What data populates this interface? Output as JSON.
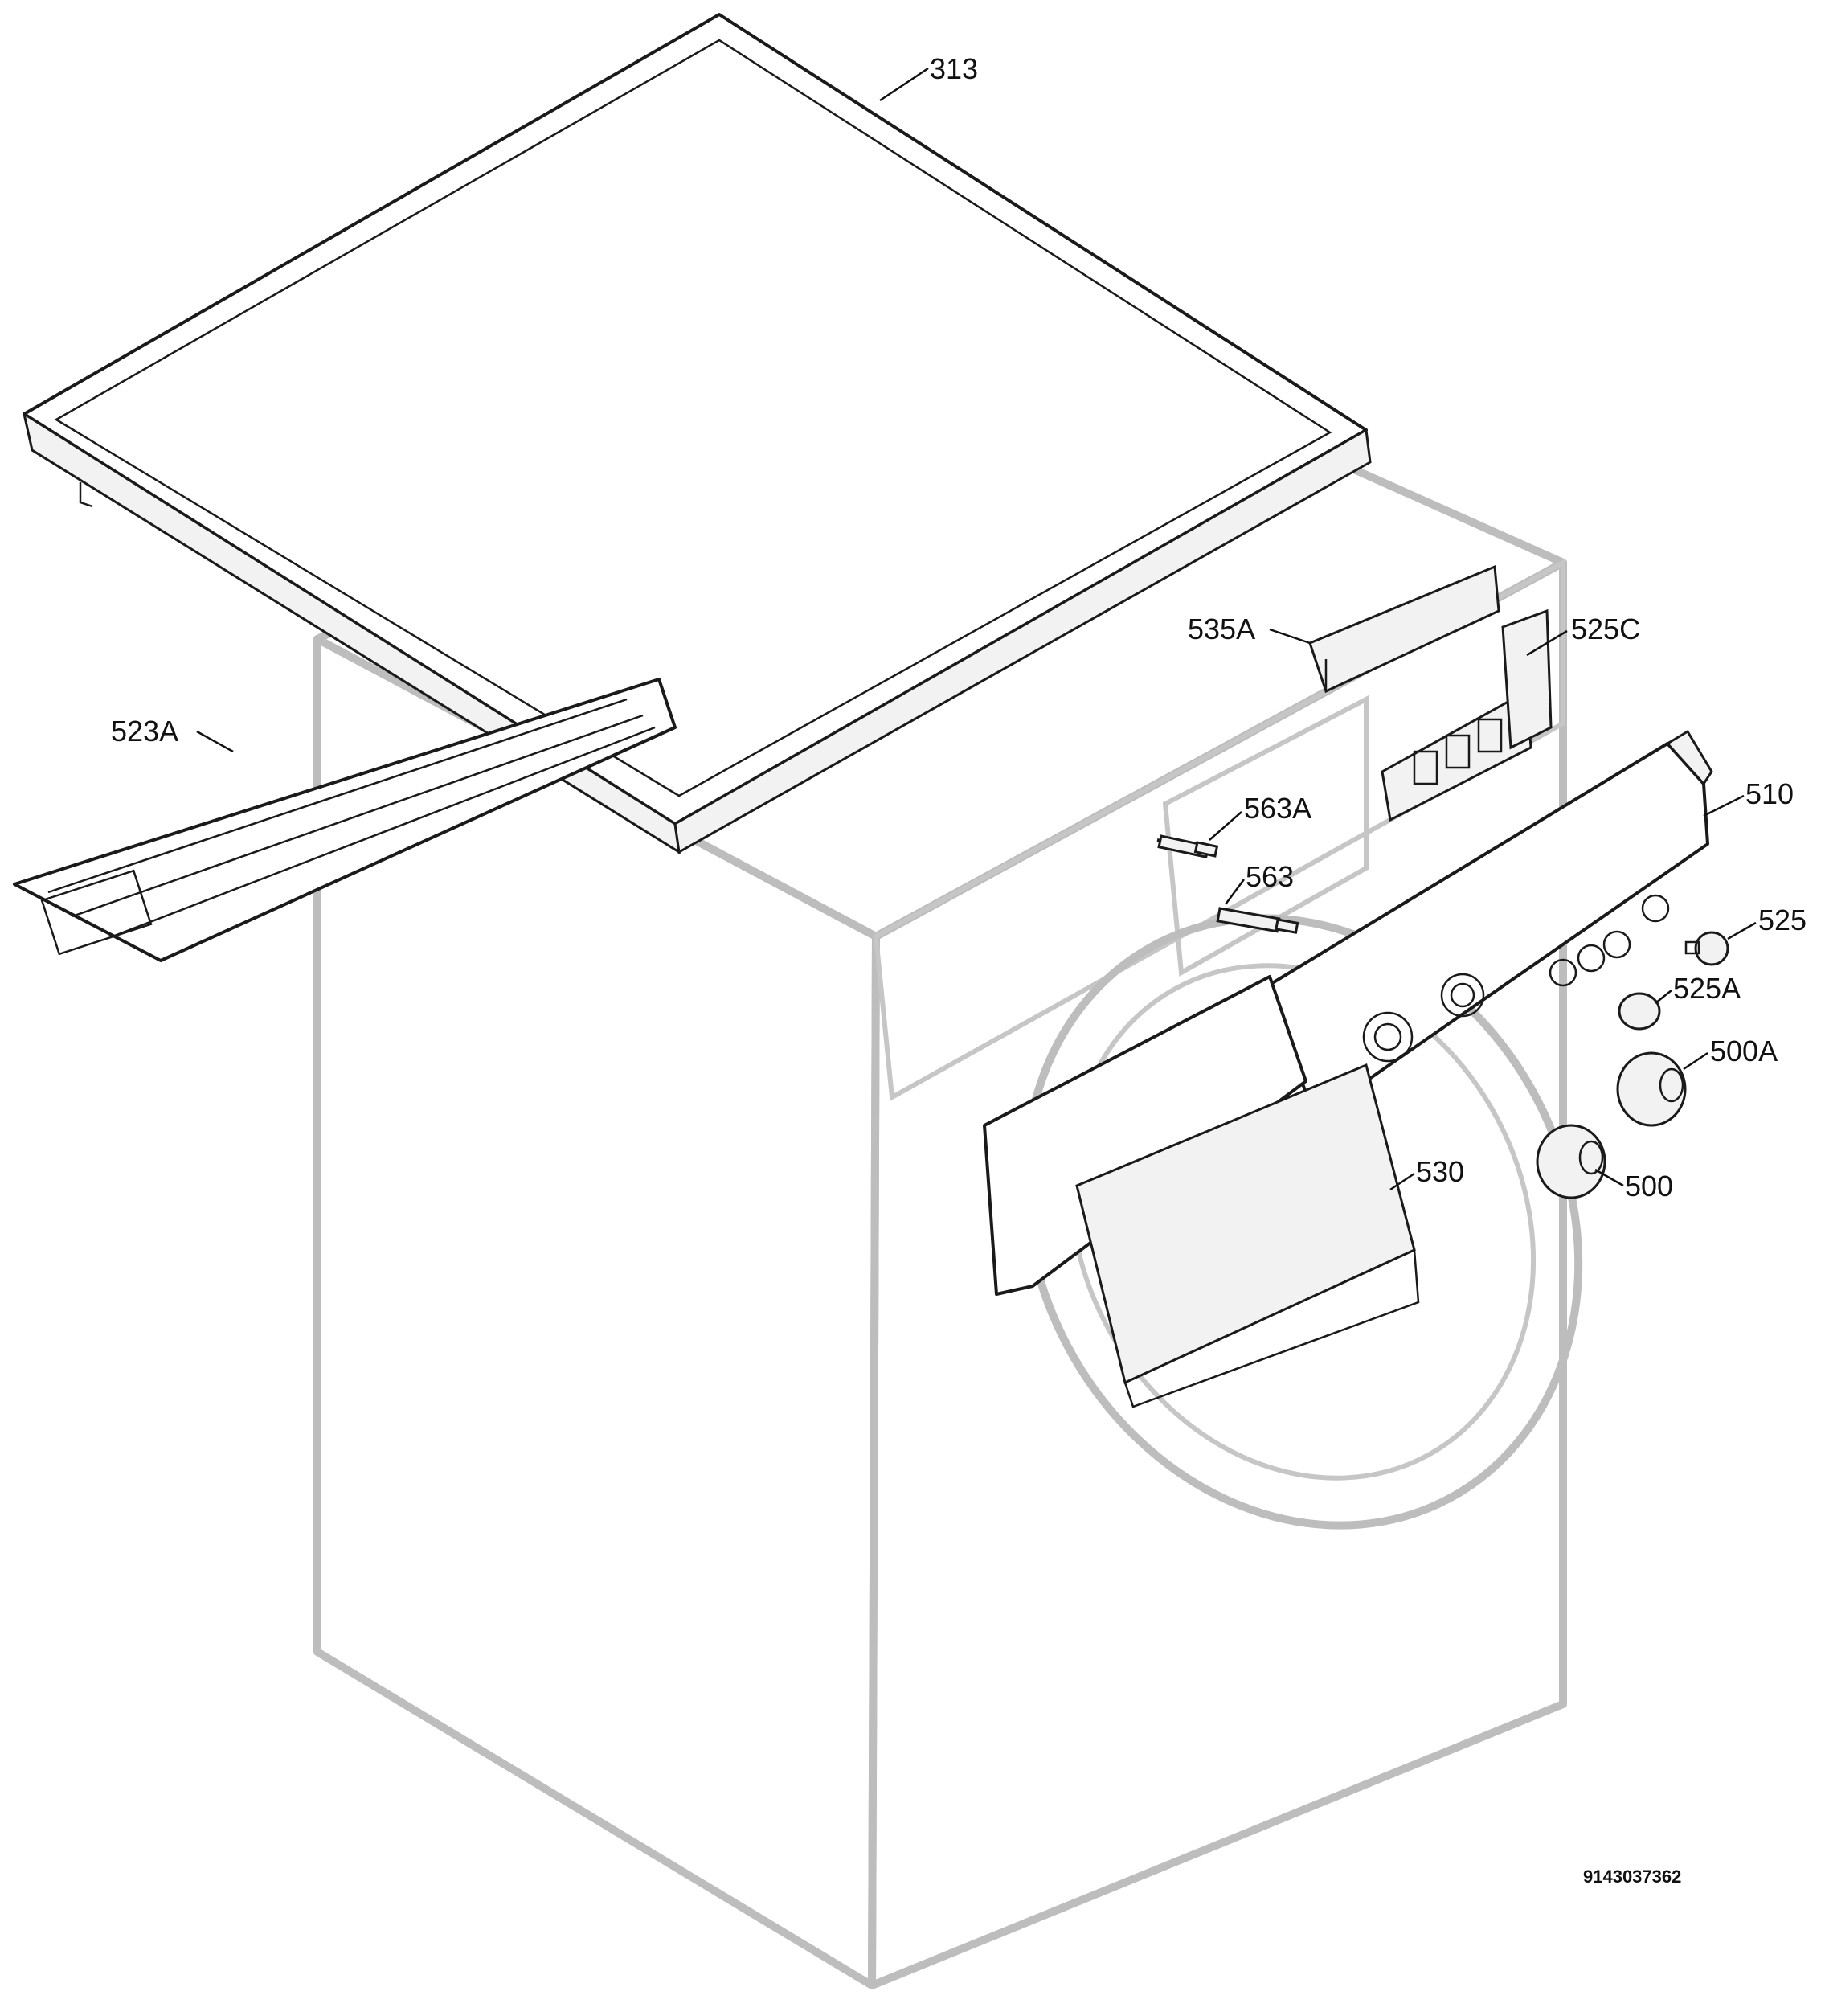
{
  "callouts": {
    "c313": "313",
    "c523A": "523A",
    "c535A": "535A",
    "c525C": "525C",
    "c510": "510",
    "c563A": "563A",
    "c563": "563",
    "c525": "525",
    "c525A": "525A",
    "c500A": "500A",
    "c530": "530",
    "c500": "500"
  },
  "document_number": "9143037362",
  "colors": {
    "ghost_outline": "#bdbdbd",
    "part_outline": "#1a1a1a",
    "background": "#ffffff"
  }
}
